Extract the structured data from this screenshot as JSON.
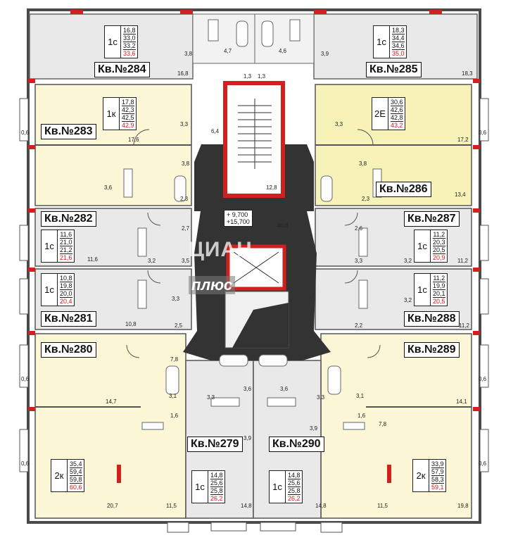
{
  "plan": {
    "level_marks": [
      "+ 9,700",
      "+15,700"
    ],
    "watermark": {
      "main": "ЦИАН",
      "sub": "плюс"
    },
    "colors": {
      "yellow_apartment": "#fbf6d6",
      "yellow_bright": "#f7f2b8",
      "grey_apartment": "#e9e9e9",
      "corridor": "#333333",
      "wall": "#4a4a4a",
      "red_wall": "#d22020",
      "stair_bg": "#ffffff"
    },
    "apartments": [
      {
        "label": "Кв.№284",
        "type": "1с",
        "areas": [
          "16,8",
          "33,0",
          "33,2",
          "33,6"
        ]
      },
      {
        "label": "Кв.№285",
        "type": "1с",
        "areas": [
          "18,3",
          "34,4",
          "34,6",
          "35,0"
        ]
      },
      {
        "label": "Кв.№283",
        "type": "1к",
        "areas": [
          "17,8",
          "42,3",
          "42,5",
          "42,9"
        ]
      },
      {
        "label": "Кв.№286",
        "type": "2Е",
        "areas": [
          "30,6",
          "42,6",
          "42,8",
          "43,2"
        ]
      },
      {
        "label": "Кв.№282",
        "type": "1с",
        "areas": [
          "11,6",
          "21,0",
          "21,2",
          "21,6"
        ]
      },
      {
        "label": "Кв.№287",
        "type": "1с",
        "areas": [
          "11,2",
          "20,3",
          "20,5",
          "20,9"
        ]
      },
      {
        "label": "Кв.№281",
        "type": "1с",
        "areas": [
          "10,8",
          "19,8",
          "20,0",
          "20,4"
        ]
      },
      {
        "label": "Кв.№288",
        "type": "1с",
        "areas": [
          "11,2",
          "19,9",
          "20,1",
          "20,5"
        ]
      },
      {
        "label": "Кв.№280",
        "type": "2к",
        "areas": [
          "35,4",
          "59,4",
          "59,8",
          "60,6"
        ]
      },
      {
        "label": "Кв.№289",
        "type": "2к",
        "areas": [
          "33,9",
          "57,9",
          "58,3",
          "59,1"
        ]
      },
      {
        "label": "Кв.№279",
        "type": "1с",
        "areas": [
          "14,8",
          "25,6",
          "25,8",
          "26,2"
        ]
      },
      {
        "label": "Кв.№290",
        "type": "1с",
        "areas": [
          "14,8",
          "25,6",
          "25,8",
          "26,2"
        ]
      }
    ],
    "room_dims": [
      "3,8",
      "4,7",
      "4,6",
      "3,9",
      "16,8",
      "1,3",
      "1,3",
      "18,3",
      "3,3",
      "6,4",
      "17,6",
      "3,3",
      "17,2",
      "3,8",
      "3,8",
      "3,6",
      "2,3",
      "12,8",
      "2,3",
      "13,4",
      "2,7",
      "40,8",
      "2,6",
      "11,6",
      "3,2",
      "3,5",
      "3,3",
      "3,2",
      "11,2",
      "3,3",
      "3,2",
      "10,8",
      "2,5",
      "2,2",
      "11,2",
      "7,8",
      "3,1",
      "3,3",
      "3,6",
      "3,6",
      "3,3",
      "3,1",
      "14,7",
      "14,1",
      "1,6",
      "1,6",
      "7,8",
      "3,9",
      "3,9",
      "20,7",
      "11,5",
      "14,8",
      "14,8",
      "11,5",
      "19,8",
      "0,6",
      "0,6",
      "0,6",
      "0,6",
      "0,6",
      "0,6"
    ]
  }
}
